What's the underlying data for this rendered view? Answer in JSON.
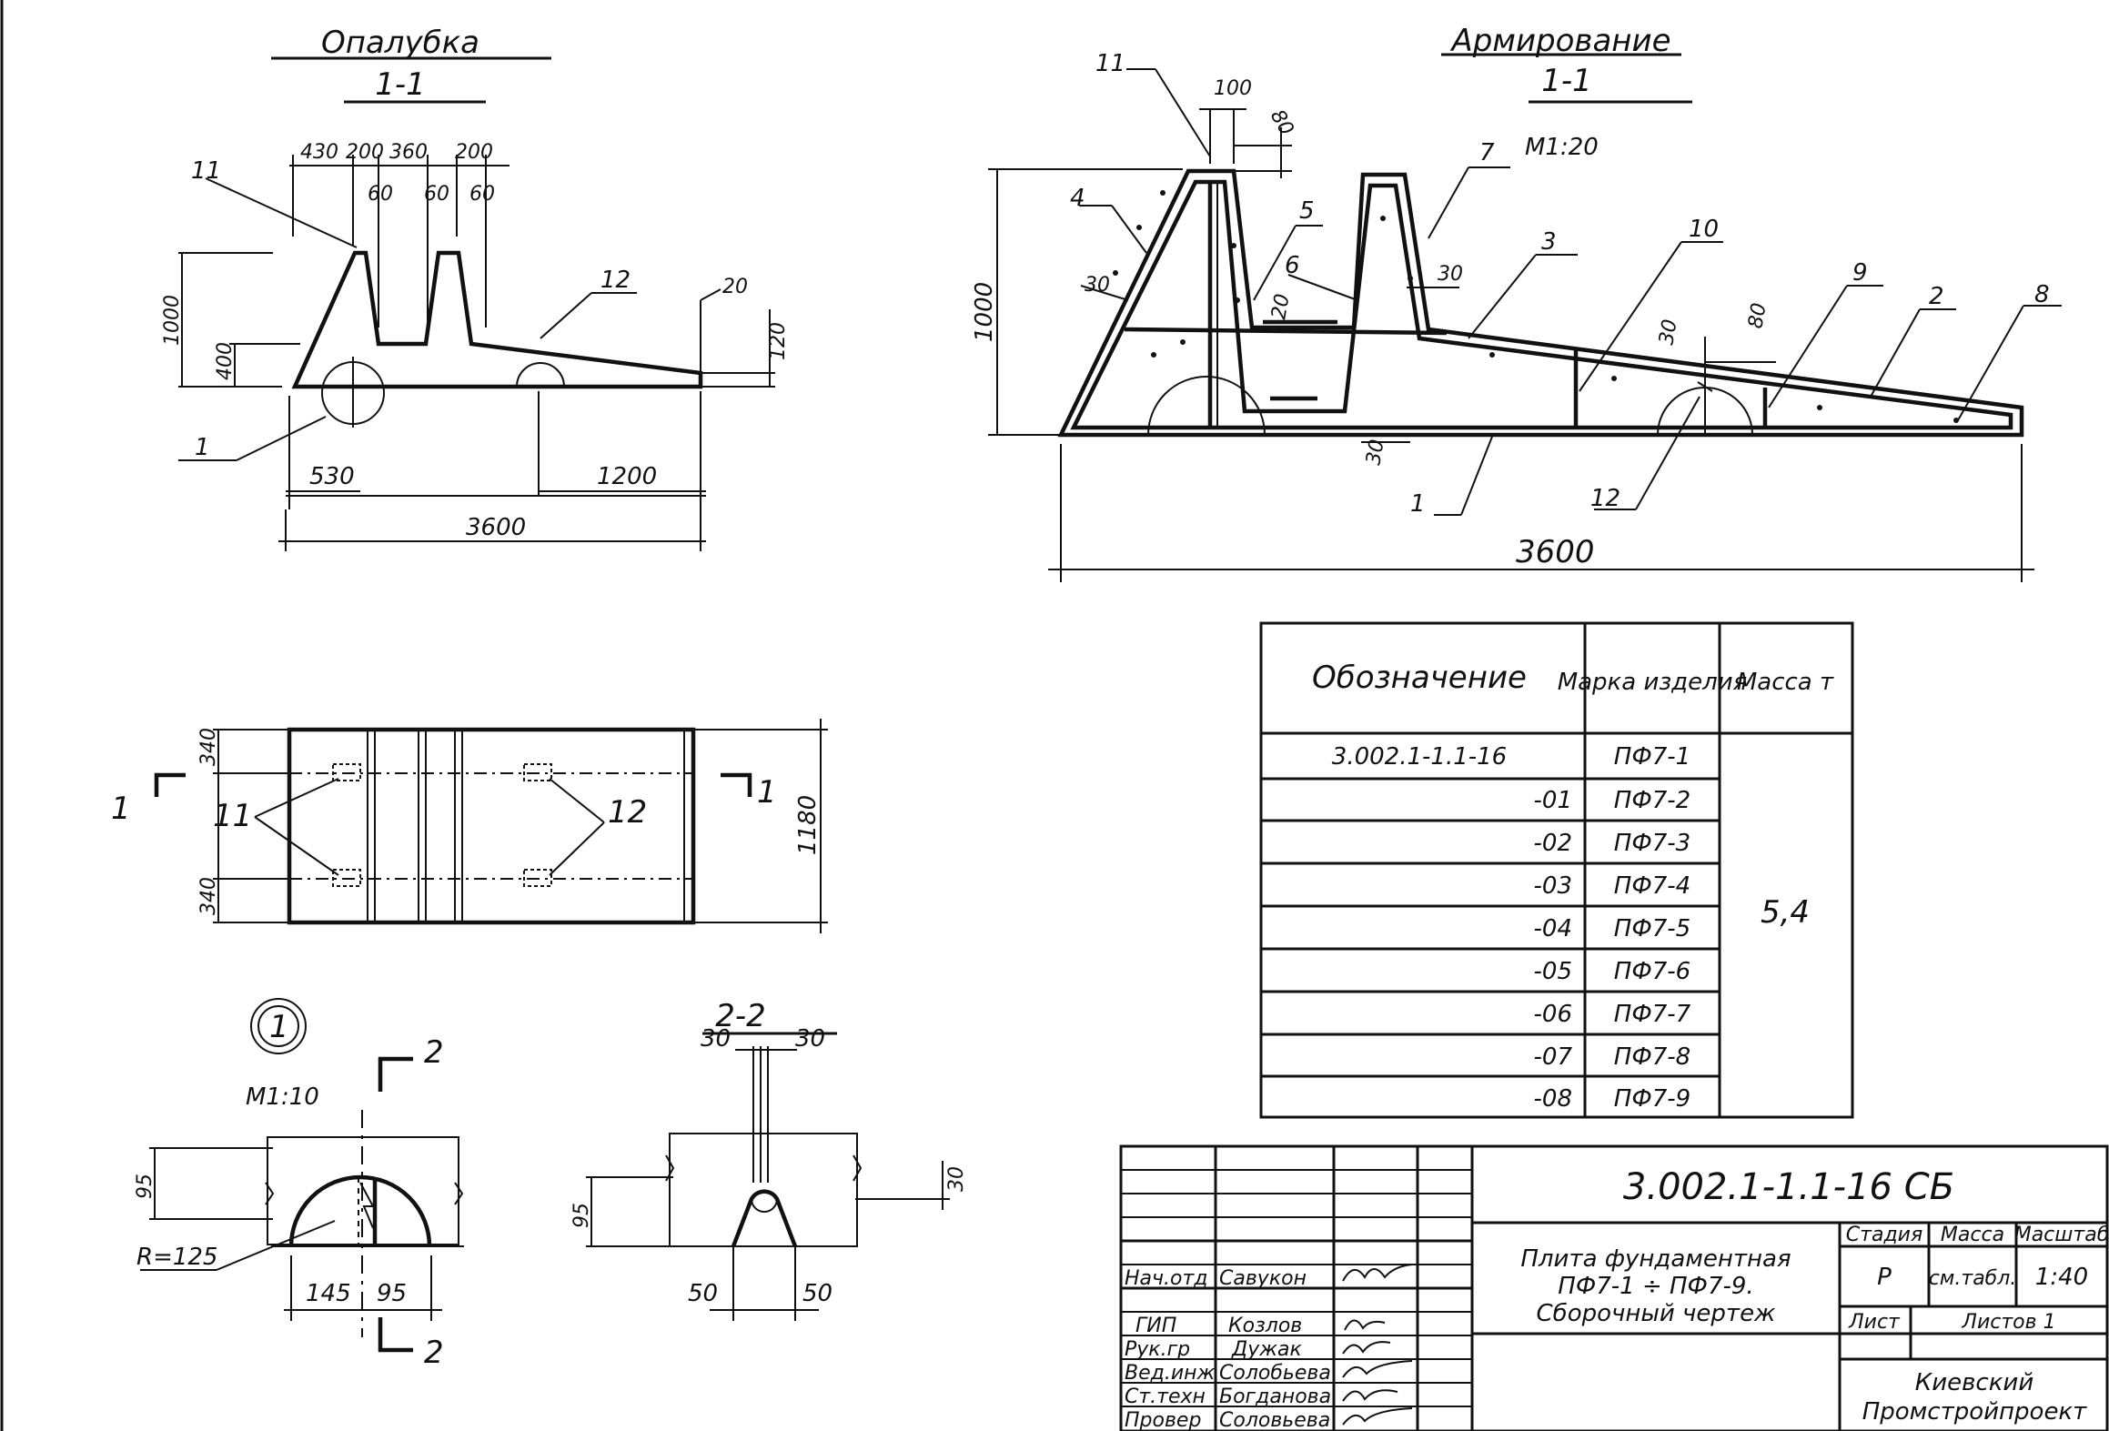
{
  "formwork": {
    "title": "Опалубка",
    "section": "1-1",
    "dims": {
      "d430": "430",
      "d200a": "200",
      "d360": "360",
      "d200b": "200",
      "d60a": "60",
      "d60b": "60",
      "d60c": "60",
      "h1000": "1000",
      "h400": "400",
      "h120": "120",
      "d20": "20",
      "d530": "530",
      "d1200": "1200",
      "d3600": "3600"
    },
    "callouts": {
      "c11": "11",
      "c12": "12",
      "c1": "1"
    }
  },
  "plan": {
    "d340a": "340",
    "d340b": "340",
    "d1180": "1180",
    "cut_label": "1",
    "c11": "11",
    "c12": "12"
  },
  "detail1": {
    "marker": "1",
    "scale": "М1:10",
    "cut_label": "2",
    "d95": "95",
    "r125": "R=125",
    "d145": "145",
    "d95b": "95"
  },
  "section22": {
    "title": "2-2",
    "d30a": "30",
    "d30b": "30",
    "d95": "95",
    "d30c": "30",
    "d50a": "50",
    "d50b": "50"
  },
  "reinforcement": {
    "title": "Армирование",
    "section": "1-1",
    "scale": "М1:20",
    "dims": {
      "d100": "100",
      "d80a": "80",
      "h1000": "1000",
      "d30a": "30",
      "d30b": "30",
      "d20": "20",
      "d30c": "30",
      "d80b": "80",
      "d30d": "30",
      "d3600": "3600"
    },
    "callouts": [
      "11",
      "4",
      "5",
      "6",
      "7",
      "3",
      "10",
      "9",
      "2",
      "8",
      "1",
      "12"
    ]
  },
  "spec_table": {
    "headers": [
      "Обозначение",
      "Марка изделия",
      "Масса т"
    ],
    "rows": [
      {
        "designation": "3.002.1-1.1-16",
        "mark": "ПФ7-1"
      },
      {
        "designation": "-01",
        "mark": "ПФ7-2"
      },
      {
        "designation": "-02",
        "mark": "ПФ7-3"
      },
      {
        "designation": "-03",
        "mark": "ПФ7-4"
      },
      {
        "designation": "-04",
        "mark": "ПФ7-5"
      },
      {
        "designation": "-05",
        "mark": "ПФ7-6"
      },
      {
        "designation": "-06",
        "mark": "ПФ7-7"
      },
      {
        "designation": "-07",
        "mark": "ПФ7-8"
      },
      {
        "designation": "-08",
        "mark": "ПФ7-9"
      }
    ],
    "mass": "5,4"
  },
  "title_block": {
    "doc_code": "3.002.1-1.1-16 СБ",
    "name_line1": "Плита фундаментная",
    "name_line2": "ПФ7-1 ÷ ПФ7-9.",
    "name_line3": "Сборочный чертеж",
    "stage_label": "Стадия",
    "mass_label": "Масса",
    "scale_label": "Масштаб",
    "stage": "Р",
    "mass": "см.табл.",
    "scale": "1:40",
    "sheet_label": "Лист",
    "sheets_label": "Листов 1",
    "org_line1": "Киевский",
    "org_line2": "Промстройпроект",
    "roles": [
      {
        "role": "Нач.отд",
        "name": "Савукон"
      },
      {
        "role": "ГИП",
        "name": "Козлов"
      },
      {
        "role": "Рук.гр",
        "name": "Дужак"
      },
      {
        "role": "Вед.инж",
        "name": "Солобьева"
      },
      {
        "role": "Ст.техн",
        "name": "Богданова"
      },
      {
        "role": "Провер",
        "name": "Соловьева"
      }
    ]
  }
}
